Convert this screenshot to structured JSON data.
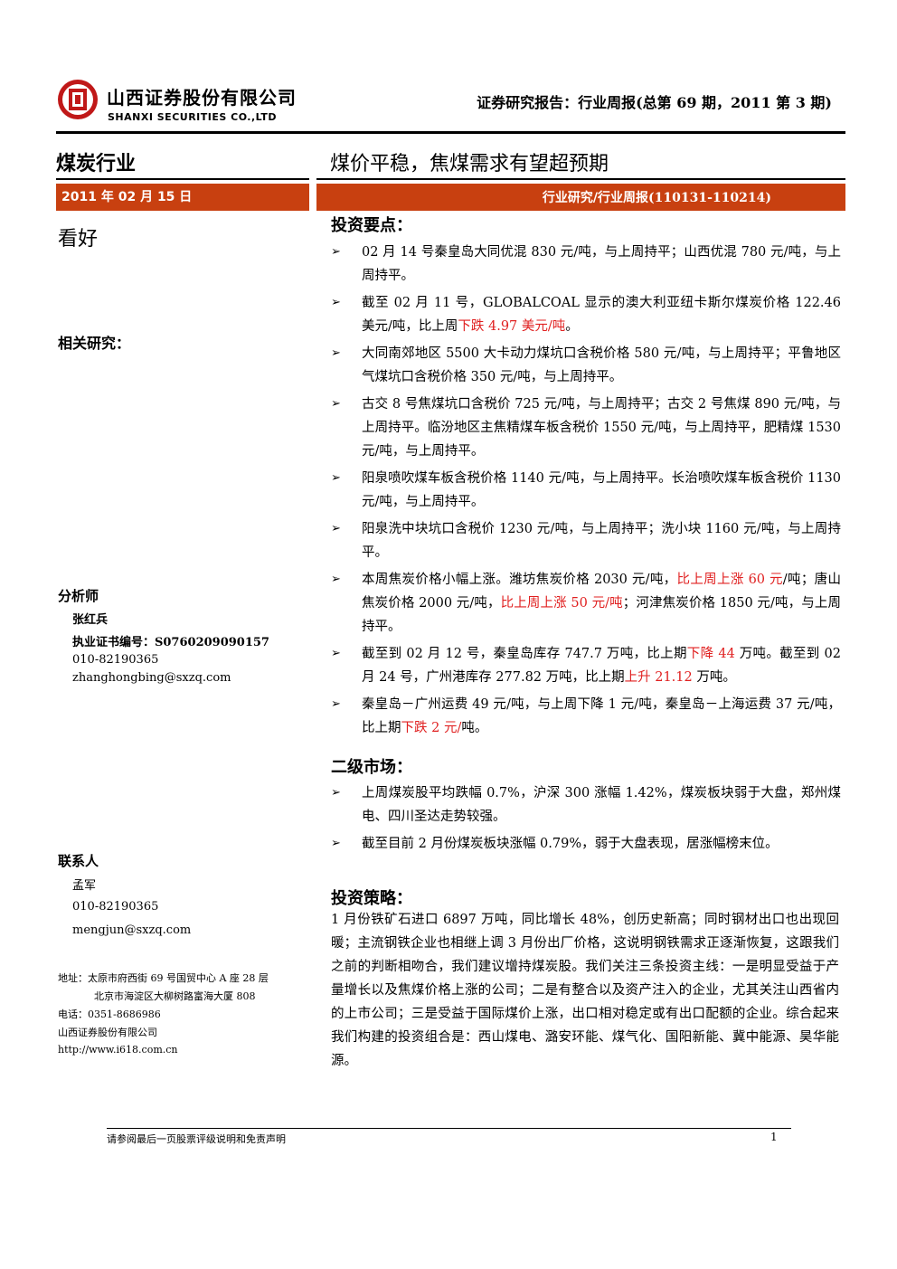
{
  "header": {
    "company_cn": "山西证券股份有限公司",
    "company_en": "SHANXI SECURITIES CO.,LTD",
    "report_title": "证券研究报告：行业周报(总第 69 期，2011 第 3 期)"
  },
  "left": {
    "industry": "煤炭行业",
    "date": "2011 年 02 月 15 日",
    "rating": "看好",
    "related_title": "相关研究：",
    "analyst": {
      "title": "分析师",
      "name": "张红兵",
      "cert": "执业证书编号：S0760209090157",
      "phone": "010-82190365",
      "email": "zhanghongbing@sxzq.com"
    },
    "contact": {
      "title": "联系人",
      "name": "孟军",
      "phone": "010-82190365",
      "email": "mengjun@sxzq.com"
    },
    "address": {
      "line1": "地址：太原市府西街 69 号国贸中心 A 座 28 层",
      "line2": "北京市海淀区大柳树路富海大厦 808",
      "phone": "电话：0351-8686986",
      "company": "山西证券股份有限公司",
      "url": "http://www.i618.com.cn"
    }
  },
  "right": {
    "headline": "煤价平稳，焦煤需求有望超预期",
    "category": "行业研究/行业周报(110131-110214)",
    "points_title": "投资要点：",
    "points": [
      {
        "t1": "02 月 14 号秦皇岛大同优混 830 元/吨，与上周持平；山西优混 780 元/吨，与上周持平。"
      },
      {
        "t1": "截至 02 月 11 号，GLOBALCOAL 显示的澳大利亚纽卡斯尔煤炭价格 122.46 美元/吨，比上周",
        "r1": "下跌 4.97 美元/吨",
        "t2": "。"
      },
      {
        "t1": "大同南郊地区 5500 大卡动力煤坑口含税价格 580 元/吨，与上周持平；平鲁地区气煤坑口含税价格 350 元/吨，与上周持平。"
      },
      {
        "t1": "古交 8 号焦煤坑口含税价 725 元/吨，与上周持平；古交 2 号焦煤 890 元/吨，与上周持平。临汾地区主焦精煤车板含税价 1550 元/吨，与上周持平，肥精煤 1530 元/吨，与上周持平。"
      },
      {
        "t1": "阳泉喷吹煤车板含税价格 1140 元/吨，与上周持平。长治喷吹煤车板含税价 1130 元/吨，与上周持平。"
      },
      {
        "t1": "阳泉洗中块坑口含税价 1230 元/吨，与上周持平；洗小块 1160 元/吨，与上周持平。"
      },
      {
        "t1": "本周焦炭价格小幅上涨。潍坊焦炭价格 2030 元/吨，",
        "r1": "比上周上涨 60 元",
        "t2": "/吨；唐山焦炭价格 2000 元/吨，",
        "r2": "比上周上涨 50 元/吨",
        "t3": "；河津焦炭价格 1850 元/吨，与上周持平。"
      },
      {
        "t1": "截至到 02 月 12 号，秦皇岛库存 747.7 万吨，比上期",
        "r1": "下降 44",
        "t2": " 万吨。截至到 02 月 24 号，广州港库存 277.82 万吨，比上期",
        "r2": "上升 21.12",
        "t3": " 万吨。"
      },
      {
        "t1": "秦皇岛－广州运费 49 元/吨，与上周下降 1 元/吨，秦皇岛－上海运费 37 元/吨，比上期",
        "r1": "下跌 2 元/",
        "t2": "吨。"
      }
    ],
    "market_title": "二级市场：",
    "market": [
      {
        "t1": "上周煤炭股平均跌幅 0.7%，沪深 300 涨幅 1.42%，煤炭板块弱于大盘，郑州煤电、四川圣达走势较强。"
      },
      {
        "t1": "截至目前 2 月份煤炭板块涨幅 0.79%，弱于大盘表现，居涨幅榜末位。"
      }
    ],
    "strategy_title": "投资策略：",
    "strategy": "1 月份铁矿石进口 6897 万吨，同比增长 48%，创历史新高；同时钢材出口也出现回暖；主流钢铁企业也相继上调 3 月份出厂价格，这说明钢铁需求正逐渐恢复，这跟我们之前的判断相吻合，我们建议增持煤炭股。我们关注三条投资主线：一是明显受益于产量增长以及焦煤价格上涨的公司；二是有整合以及资产注入的企业，尤其关注山西省内的上市公司；三是受益于国际煤价上涨，出口相对稳定或有出口配额的企业。综合起来我们构建的投资组合是：西山煤电、潞安环能、煤气化、国阳新能、冀中能源、昊华能源。"
  },
  "footer": {
    "note": "请参阅最后一页股票评级说明和免责声明",
    "page": "1"
  },
  "colors": {
    "bar": "#c84010",
    "highlight": "#e02020"
  },
  "icons": {
    "logo": "company-logo-icon",
    "bullet": "arrow-bullet-icon"
  }
}
